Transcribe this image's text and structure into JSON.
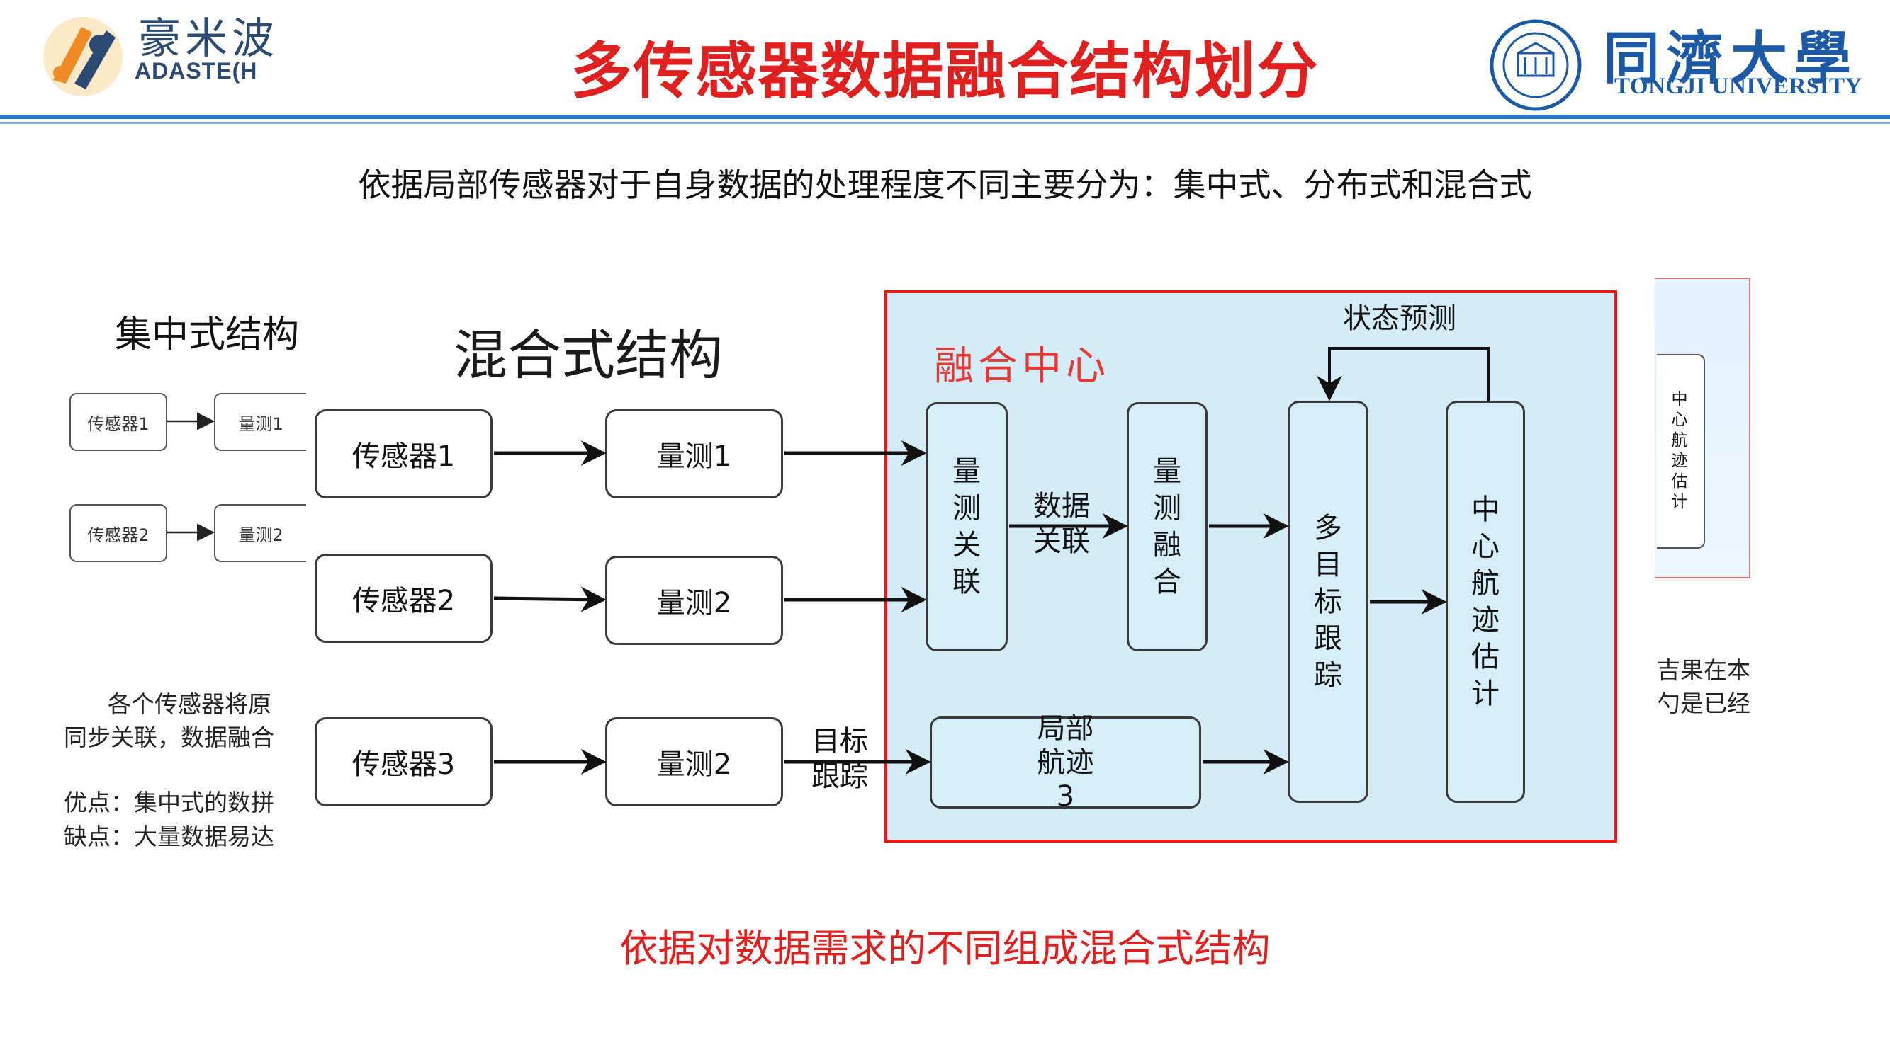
{
  "header": {
    "title": "多传感器数据融合结构划分",
    "left_logo": {
      "name_cn": "豪米波",
      "name_en": "ADASTE(H"
    },
    "right_logo": {
      "name_cn": "同濟大學",
      "name_en": "TONGJI UNIVERSITY"
    }
  },
  "subtitle": "依据局部传感器对于自身数据的处理程度不同主要分为：集中式、分布式和混合式",
  "background_slide": {
    "title": "集中式结构",
    "sensors": [
      "传感器1",
      "传感器2"
    ],
    "measures": [
      "量测1",
      "量测2"
    ],
    "text_lines": [
      "各个传感器将原",
      "同步关联，数据融合",
      "优点：集中式的数拼",
      "缺点：大量数据易达"
    ],
    "right_box_label": "中心航迹估计",
    "right_text_lines": [
      "吉果在本",
      "勺是已经"
    ]
  },
  "diagram": {
    "title": "混合式结构",
    "sensors": [
      "传感器1",
      "传感器2",
      "传感器3"
    ],
    "measures": [
      "量测1",
      "量测2",
      "量测2"
    ],
    "fusion_center_label": "融合中心",
    "nodes": {
      "measure_association": "量测关联",
      "measure_fusion": "量测融合",
      "multi_target_tracking": "多目标跟踪",
      "central_track_estimation": "中心航迹估计",
      "local_track": "局部航迹3"
    },
    "edge_labels": {
      "data_association": "数据关联",
      "target_tracking": "目标跟踪",
      "state_prediction": "状态预测"
    }
  },
  "bottom_note": "依据对数据需求的不同组成混合式结构",
  "colors": {
    "title_red": "#e01f1f",
    "panel_fill": "#d3ecf8",
    "panel_border": "#e31c1c",
    "rule_blue": "#2b78c5"
  }
}
